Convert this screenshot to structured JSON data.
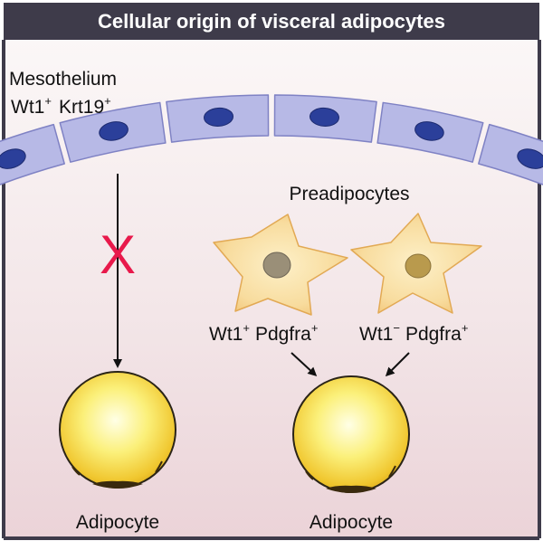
{
  "title": "Cellular origin of visceral adipocytes",
  "mesothelium": {
    "name": "Mesothelium",
    "marker1": "Wt1",
    "marker1_sup": "+",
    "marker2": "Krt19",
    "marker2_sup": "+"
  },
  "blocked_mark": "X",
  "preadipocytes": {
    "heading": "Preadipocytes",
    "cell1": {
      "marker1": "Wt1",
      "marker1_sup": "+",
      "marker2": "Pdgfra",
      "marker2_sup": "+"
    },
    "cell2": {
      "marker1": "Wt1",
      "marker1_sup": "−",
      "marker2": "Pdgfra",
      "marker2_sup": "+"
    }
  },
  "adipocyte_left_label": "Adipocyte",
  "adipocyte_right_label": "Adipocyte",
  "colors": {
    "title_bar": "#3e3b4a",
    "mesothelial_cell": "#b7b9e6",
    "nucleus": "#2b3f9a",
    "preadipocyte": "#f8d48f",
    "adipocyte": "#f2c12e",
    "blocked_mark": "#e8194b",
    "background_bottom": "#ecd5da"
  }
}
